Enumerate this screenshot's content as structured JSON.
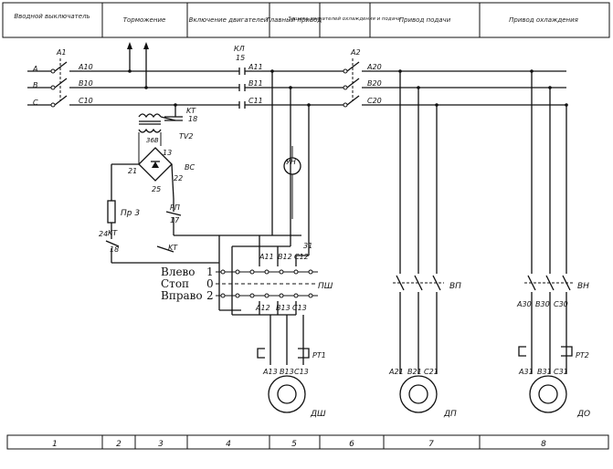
{
  "header": {
    "columns": [
      "Вводной выключатель",
      "Торможение",
      "Включение двигателей",
      "Главный привод",
      "Защита двигателей охлаждения и подачи",
      "Привод подачи",
      "Привод охлаждения"
    ]
  },
  "phases": [
    "A",
    "B",
    "C"
  ],
  "labels": {
    "a1": "A1",
    "a10": "A10",
    "b10": "B10",
    "c10": "C10",
    "kt_top": "KT",
    "kt_top_num": "18",
    "tv2": "TV2",
    "n36": "36В",
    "n13": "13",
    "n21": "21",
    "n22": "22",
    "n25": "25",
    "bc": "BC",
    "pr3": "Пр 3",
    "n24": "24",
    "rp": "РП",
    "rp_num": "17",
    "kt_mid": "KT",
    "kt_mid_num": "18",
    "kt_low": "KT",
    "kl": "КЛ",
    "kl_num": "15",
    "a11": "A11",
    "b11": "B11",
    "c11": "C11",
    "yh": "УН",
    "a2": "A2",
    "a20": "A20",
    "b20": "B20",
    "c20": "C20",
    "a11b": "A11",
    "b12": "B12",
    "c12": "C12",
    "n31": "31",
    "a12": "A12",
    "b13": "B13",
    "c13": "C13",
    "psh": "ПШ",
    "rt1": "РТ1",
    "rt2": "РТ2",
    "a13": "A13",
    "b13b": "B13",
    "c13b": "C13",
    "dsh": "ДШ",
    "a21": "A21",
    "b21": "B21",
    "c21": "C21",
    "dp": "ДП",
    "vp": "ВП",
    "a30": "A30",
    "b30": "B30",
    "c30": "C30",
    "vn": "ВН",
    "a31": "A31",
    "b31": "B31",
    "c31": "C31",
    "do": "ДО"
  },
  "switch": {
    "left": "Влево",
    "left_pos": "1",
    "stop": "Стоп",
    "stop_pos": "0",
    "right": "Вправо",
    "right_pos": "2"
  },
  "footer": [
    "1",
    "2",
    "3",
    "4",
    "5",
    "6",
    "7",
    "8"
  ]
}
